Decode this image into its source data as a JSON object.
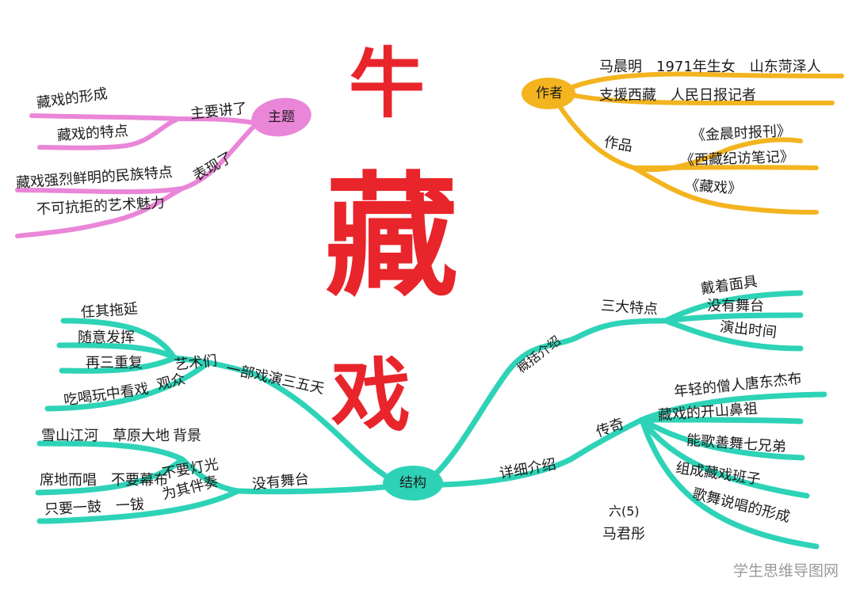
{
  "title": {
    "char1": "牛",
    "char2": "藏",
    "char3": "戏"
  },
  "colors": {
    "pink": "#ea86d8",
    "orange": "#f3b41f",
    "teal": "#2ed3b7",
    "red": "#e8252b"
  },
  "theme": {
    "node": "主题",
    "branch_main": "主要讲了",
    "main_items": [
      "藏戏的形成",
      "藏戏的特点"
    ],
    "branch_show": "表现了",
    "show_items": [
      "藏戏强烈鲜明的民族特点",
      "不可抗拒的艺术魅力"
    ]
  },
  "author": {
    "node": "作者",
    "lines": [
      "马晨明　1971年生女　山东菏泽人",
      "支援西藏　人民日报记者"
    ],
    "works_label": "作品",
    "works": [
      "《金晨时报刊》",
      "《西藏纪访笔记》",
      "《藏戏》"
    ]
  },
  "structure": {
    "node": "结构",
    "overview": {
      "label": "概括介绍",
      "sub": "三大特点",
      "items": [
        "戴着面具",
        "没有舞台",
        "演出时间"
      ]
    },
    "detail": {
      "label": "详细介绍",
      "sub": "传奇",
      "items": [
        "年轻的僧人唐东杰布",
        "藏戏的开山鼻祖",
        "能歌善舞七兄弟",
        "组成藏戏班子",
        "歌舞说唱的形成"
      ]
    },
    "time": {
      "label": "一部戏演三五天",
      "artists": "艺术们",
      "artist_items": [
        "任其拖延",
        "随意发挥",
        "再三重复"
      ],
      "audience": "观众",
      "audience_item": "吃喝玩中看戏"
    },
    "stage": {
      "label": "没有舞台",
      "background": "背景",
      "background_item": "雪山江河　草原大地",
      "light": "不要灯光",
      "light_item": "席地而唱　不要幕布",
      "accompany": "为其伴奏",
      "accompany_item": "只要一鼓　一钹"
    }
  },
  "signature": {
    "class": "六(5)",
    "name": "马君彤"
  },
  "watermark": "学生思维导图网"
}
